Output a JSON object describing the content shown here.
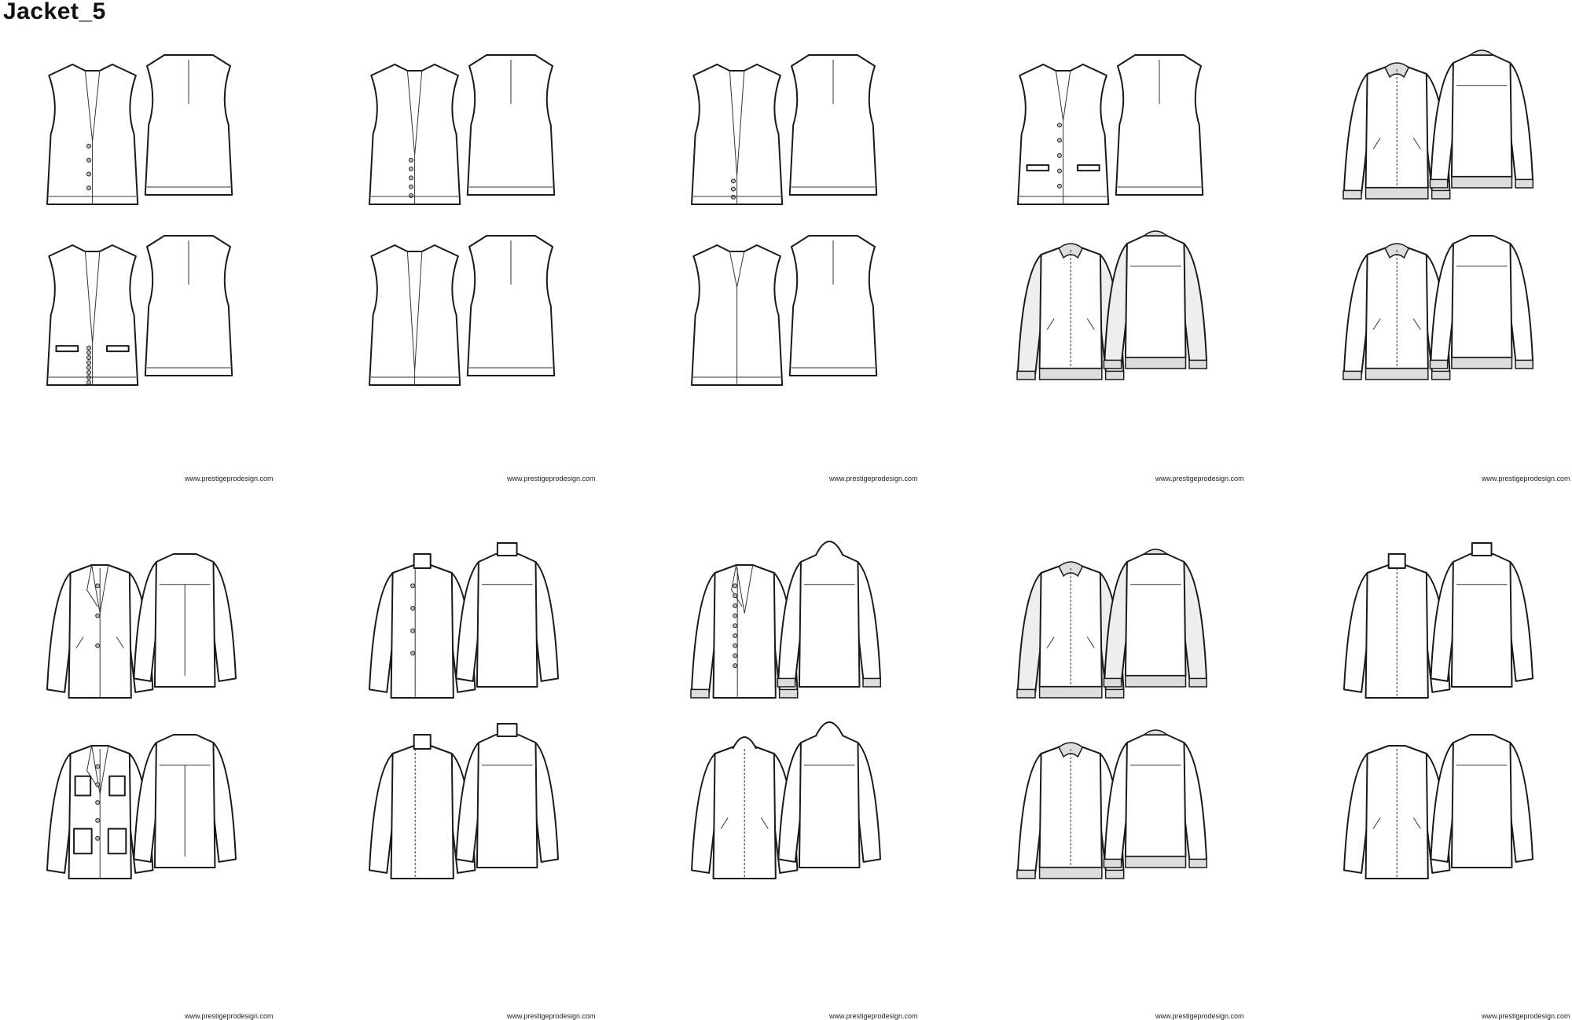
{
  "title": "Jacket_5",
  "watermark": "www.prestigeprodesign.com",
  "sheets": [
    {
      "row": 0,
      "col": 0,
      "top": "vest-notch",
      "bottom": "vest-shawl"
    },
    {
      "row": 0,
      "col": 1,
      "top": "vest-belted",
      "bottom": "vest-v"
    },
    {
      "row": 0,
      "col": 2,
      "top": "vest-long",
      "bottom": "vest-moto"
    },
    {
      "row": 0,
      "col": 3,
      "top": "vest-knit",
      "bottom": "bomber-raglan"
    },
    {
      "row": 0,
      "col": 4,
      "top": "bomber-knit",
      "bottom": "bomber-plain"
    },
    {
      "row": 1,
      "col": 0,
      "top": "blazer-field",
      "bottom": "jacket-utility"
    },
    {
      "row": 1,
      "col": 1,
      "top": "jacket-asym",
      "bottom": "jacket-moto-raglan"
    },
    {
      "row": 1,
      "col": 2,
      "top": "jacket-drape",
      "bottom": "jacket-hooded"
    },
    {
      "row": 1,
      "col": 3,
      "top": "bomber-raglan",
      "bottom": "track-jacket"
    },
    {
      "row": 1,
      "col": 4,
      "top": "funnel-raglan",
      "bottom": "collarless-jacket"
    }
  ]
}
